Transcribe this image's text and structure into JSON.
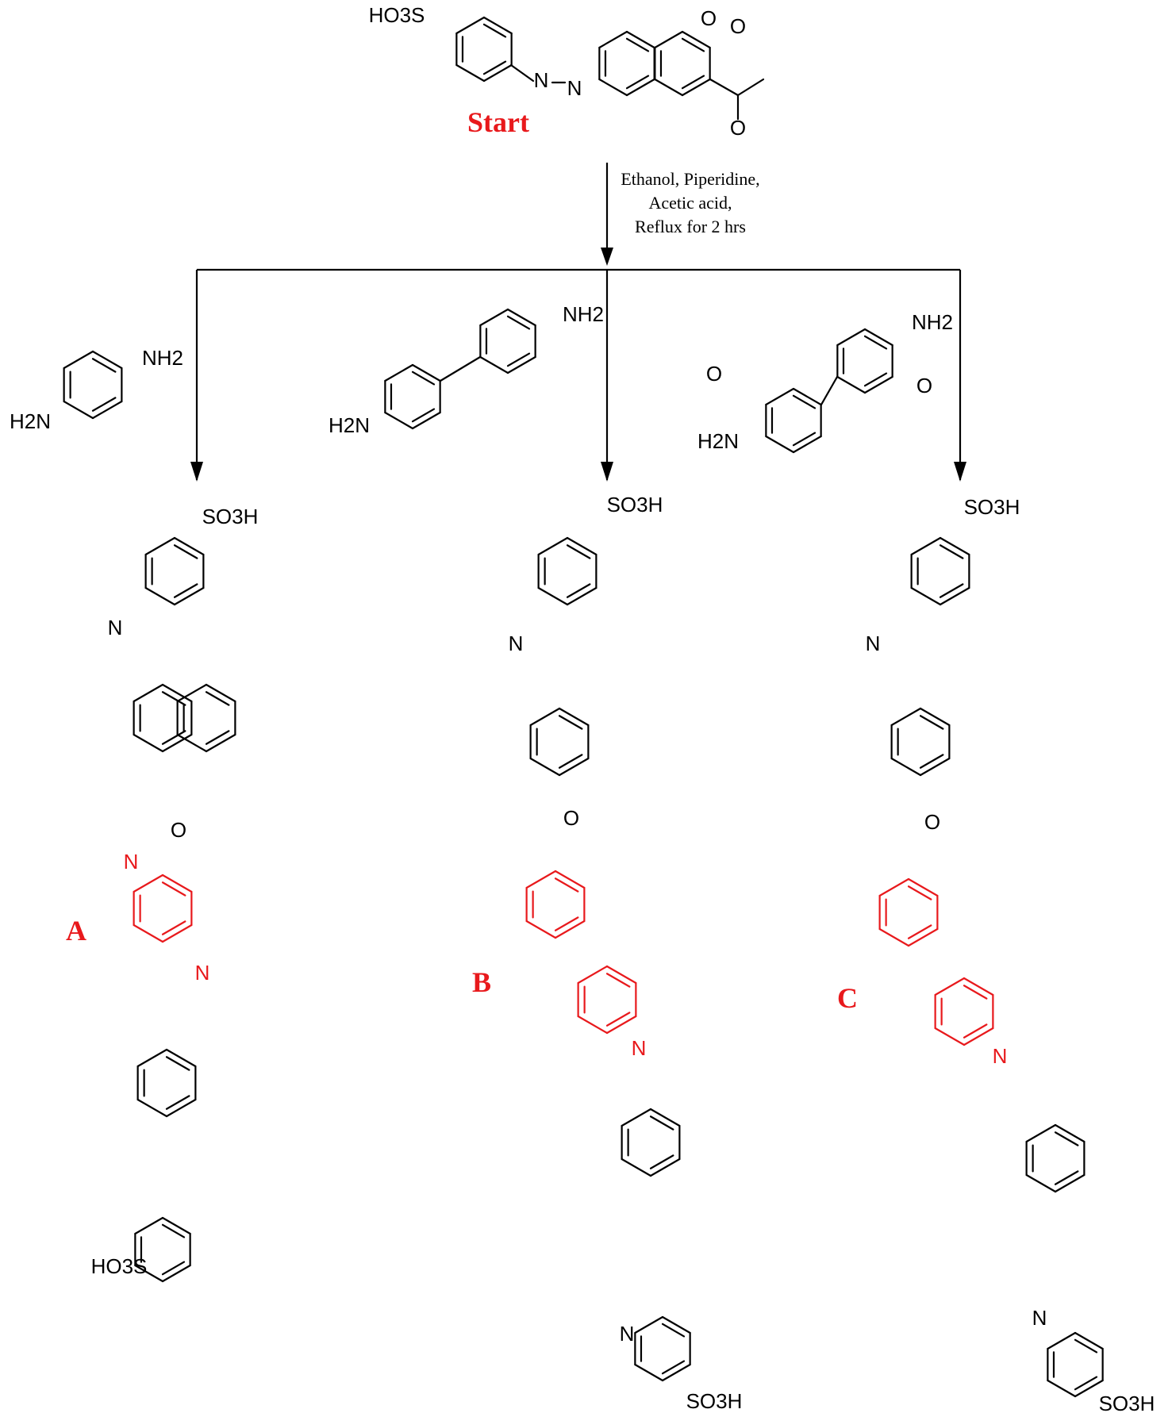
{
  "start_label": "Start",
  "conditions": [
    "Ethanol, Piperidine,",
    "Acetic acid,",
    "Reflux for 2 hrs"
  ],
  "reagent_labels": {
    "nh2": "NH2",
    "h2n": "H2N"
  },
  "group_labels": {
    "so3h_top": "HO3S",
    "so3h": "SO3H",
    "ho3s": "HO3S",
    "o": "O",
    "n": "N"
  },
  "product_tags": [
    "A",
    "B",
    "C"
  ],
  "colors": {
    "highlight": "#e8191c",
    "ink": "#000000"
  }
}
